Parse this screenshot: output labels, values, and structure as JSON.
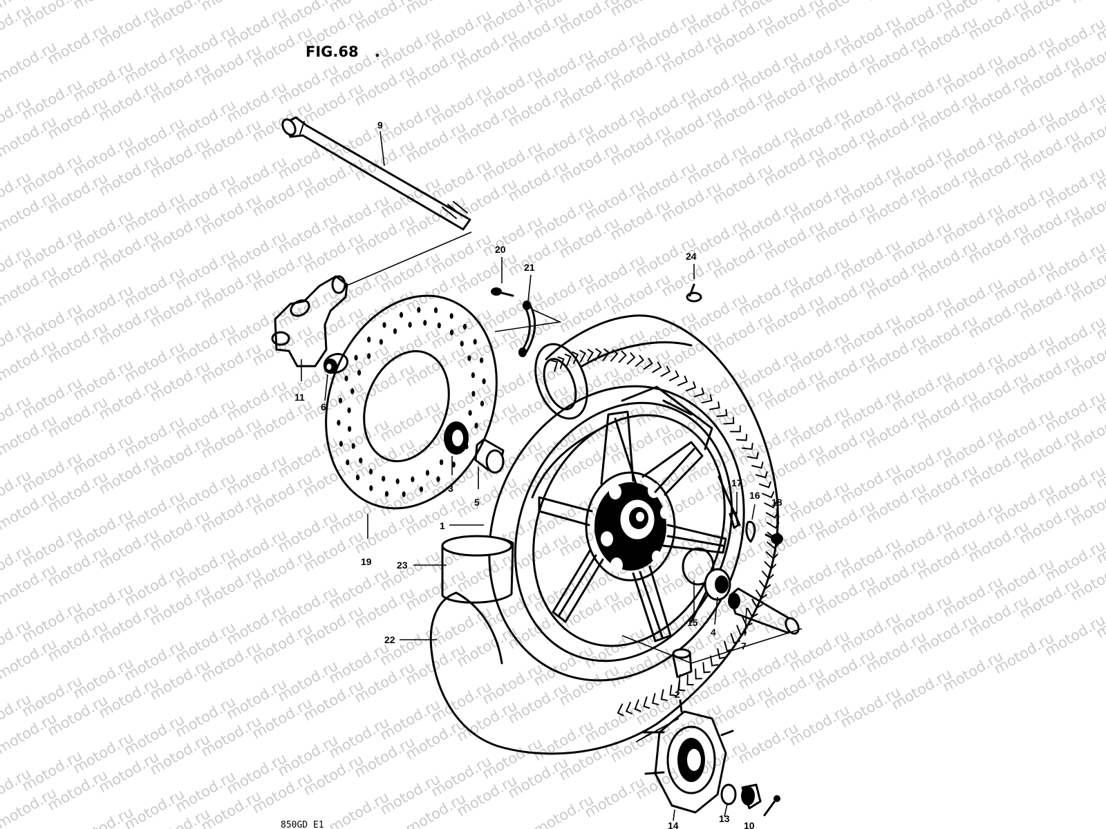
{
  "figure": {
    "title": "FIG.68",
    "title_suffix": ".",
    "model_code": "850GD E1",
    "watermark": "motod.ru"
  },
  "parts": {
    "p1": "1",
    "p2": "2",
    "p3": "3",
    "p4": "4",
    "p5": "5",
    "p6": "6",
    "p7": "7",
    "p9": "9",
    "p11": "11",
    "p13": "13",
    "p14": "14",
    "p15": "15",
    "p16": "16",
    "p17": "17",
    "p18": "18",
    "p19": "19",
    "p20": "20",
    "p21": "21",
    "p22": "22",
    "p23": "23",
    "p24": "24",
    "p10": "10"
  }
}
